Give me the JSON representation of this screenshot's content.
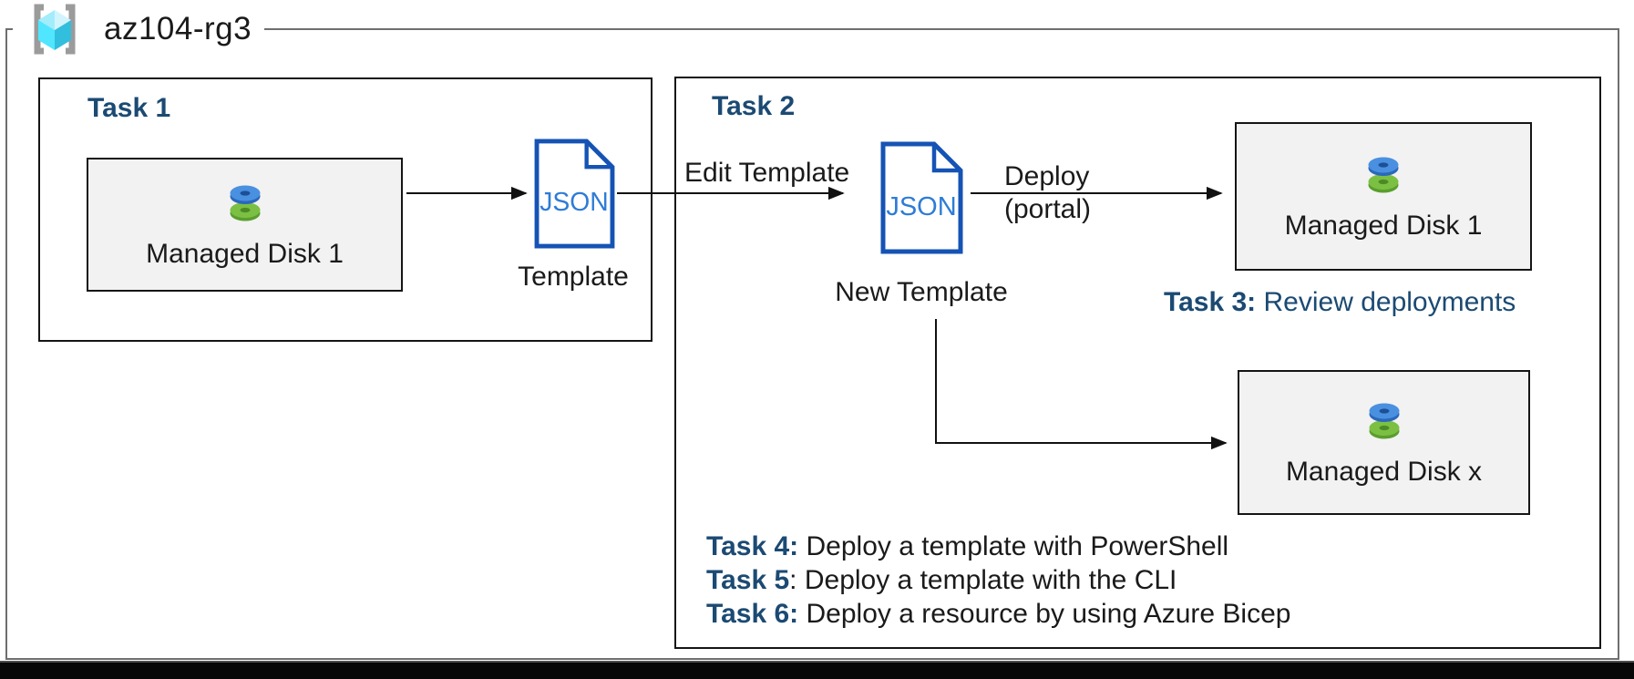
{
  "resource_group": {
    "name": "az104-rg3",
    "icon": "azure-resource-group-icon"
  },
  "task1": {
    "title": "Task 1",
    "disk_box": {
      "label": "Managed Disk 1",
      "icon": "managed-disk-icon"
    },
    "template": {
      "file_type": "JSON",
      "label": "Template",
      "icon": "json-file-icon"
    }
  },
  "task2": {
    "title": "Task 2",
    "edit_arrow_label": "Edit Template",
    "new_template": {
      "file_type": "JSON",
      "label": "New Template",
      "icon": "json-file-icon"
    },
    "deploy_arrow_label": {
      "line1": "Deploy",
      "line2": "(portal)"
    },
    "disk1_box": {
      "label": "Managed Disk 1",
      "icon": "managed-disk-icon"
    },
    "diskx_box": {
      "label": "Managed Disk x",
      "icon": "managed-disk-icon"
    },
    "task3": {
      "bold": "Task 3:",
      "rest": " Review deployments"
    },
    "task_list": [
      {
        "bold": "Task 4:",
        "rest": " Deploy a template with PowerShell"
      },
      {
        "bold": "Task 5",
        "rest": ": Deploy a template with the CLI"
      },
      {
        "bold": "Task 6:",
        "rest": " Deploy a resource by using Azure Bicep"
      }
    ]
  },
  "colors": {
    "task_label_navy": "#1b4a73",
    "json_icon_border": "#1553b5",
    "json_icon_text": "#2e7cd6",
    "disk_box_fill": "#f2f2f2",
    "outer_border_gray": "#6e6e6e",
    "disk_blue": "#4a90e0",
    "disk_green": "#7cc043",
    "rg_cube_cyan": "#50e6ff",
    "bottom_bar": "#070707"
  }
}
